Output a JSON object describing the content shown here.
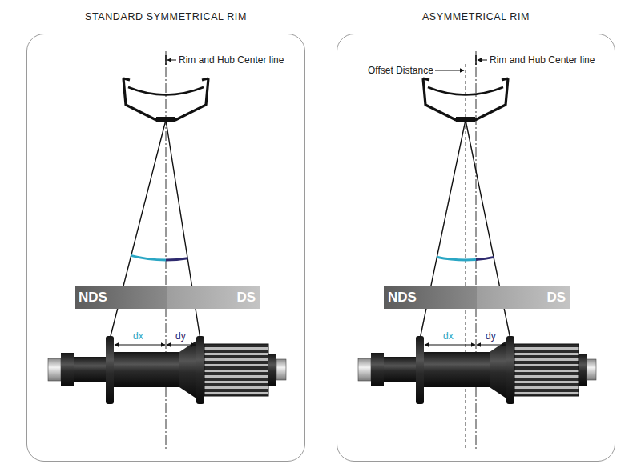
{
  "diagram": {
    "nodes": [
      {
        "text": [
          "STANDARD SYMMETRICAL RIM"
        ]
      },
      {
        "text": [
          "NDS"
        ],
        "in": 0
      },
      {
        "text": [
          "DS"
        ],
        "in": 0
      },
      {
        "text": [
          "ASYMMETRICAL RIM"
        ]
      },
      {
        "text": [
          "NDS"
        ],
        "in": 3
      },
      {
        "text": [
          "DS"
        ],
        "in": 3
      }
    ],
    "labels": [
      "Rim and Hub Center line",
      "dx",
      "dy",
      "Rim and Hub Center line",
      "Offset Distance",
      "dx",
      "dy"
    ]
  }
}
